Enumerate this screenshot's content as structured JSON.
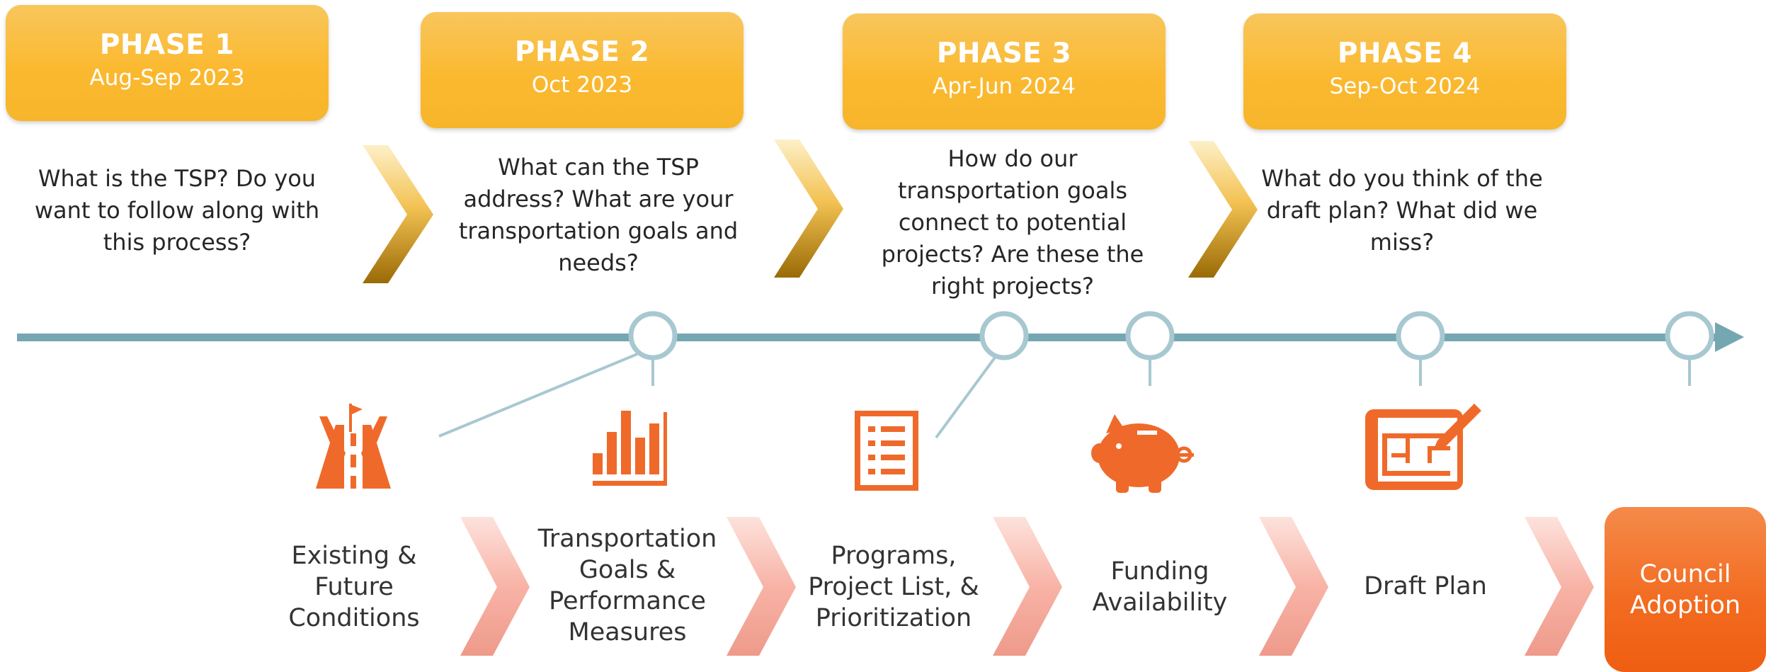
{
  "phases": [
    {
      "title": "PHASE 1",
      "dates": "Aug-Sep 2023",
      "question": "What is the TSP? Do you want to follow along with this process?"
    },
    {
      "title": "PHASE 2",
      "dates": "Oct 2023",
      "question": "What can the TSP address? What are your transportation goals and needs?"
    },
    {
      "title": "PHASE 3",
      "dates": "Apr-Jun 2024",
      "question": "How do our transportation goals connect to potential projects? Are these the right projects?"
    },
    {
      "title": "PHASE 4",
      "dates": "Sep-Oct 2024",
      "question": "What do you think of the draft plan? What did we miss?"
    }
  ],
  "steps": [
    {
      "label": "Existing & Future Conditions",
      "icon": "road-icon"
    },
    {
      "label": "Transportation Goals & Performance Measures",
      "icon": "bar-chart-icon"
    },
    {
      "label": "Programs, Project List, & Prioritization",
      "icon": "checklist-icon"
    },
    {
      "label": "Funding Availability",
      "icon": "piggy-bank-icon"
    },
    {
      "label": "Draft Plan",
      "icon": "blueprint-icon"
    }
  ],
  "final_step": {
    "label": "Council Adoption"
  },
  "colors": {
    "phase_box": "#fbb930",
    "timeline": "#74a7b2",
    "milestone_ring": "#a7c8d0",
    "icon": "#ef6a2a",
    "step_chevron": "#f7a99a",
    "council_box": "#f26a1f"
  }
}
